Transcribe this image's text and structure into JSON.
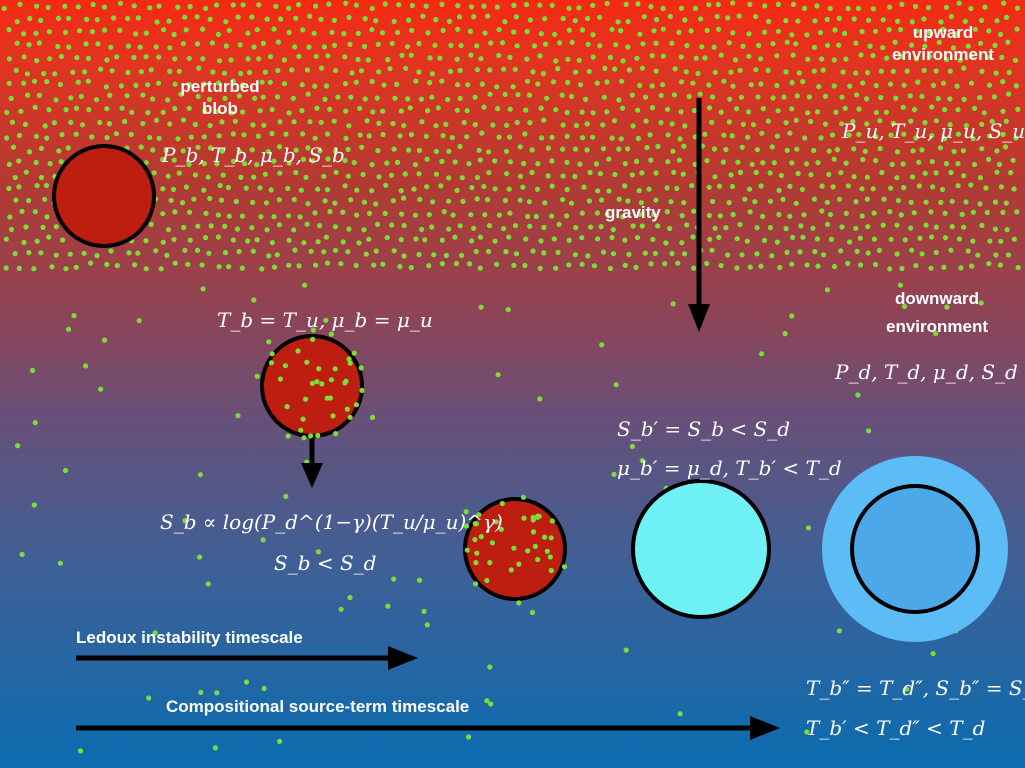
{
  "labels": {
    "perturbed_blob": [
      "perturbed",
      "blob"
    ],
    "blob_state": "P_b, T_b, μ_b, S_b",
    "upward_environment": [
      "upward",
      "environment"
    ],
    "upward_state": "P_u, T_u, μ_u, S_u",
    "gravity": "gravity",
    "downward_environment": [
      "downward",
      "environment"
    ],
    "downward_state": "P_d, T_d, μ_d, S_d",
    "equilibrium_condition": "T_b = T_u, μ_b = μ_u",
    "entropy_relation": "S_b ∝ log(P_d^(1−γ)(T_u/μ_u)^γ)",
    "entropy_inequality": "S_b < S_d",
    "cyan_entropy": "S_b′ = S_b < S_d",
    "cyan_state": "μ_b′ = μ_d, T_b′ < T_d",
    "final_equality": "T_b″ = T_d″, S_b″ = S_d″",
    "final_inequality": "T_b′ < T_d″ < T_d",
    "ledoux_timescale": "Ledoux instability timescale",
    "compositional_timescale": "Compositional source-term timescale"
  },
  "colors": {
    "top_background": "#f52a14",
    "bottom_background": "#0a6cb0",
    "dots": "#7ddc3a",
    "blob_fill": "#bd1e10",
    "cyan_blob": "#6ff0f5",
    "halo": "#5cbcf6",
    "halo_inner": "#4ca8e8",
    "outline": "#000000",
    "text": "#ffffff"
  },
  "icons": [
    "gravity-arrow",
    "descent-arrow",
    "timescale-arrow"
  ]
}
